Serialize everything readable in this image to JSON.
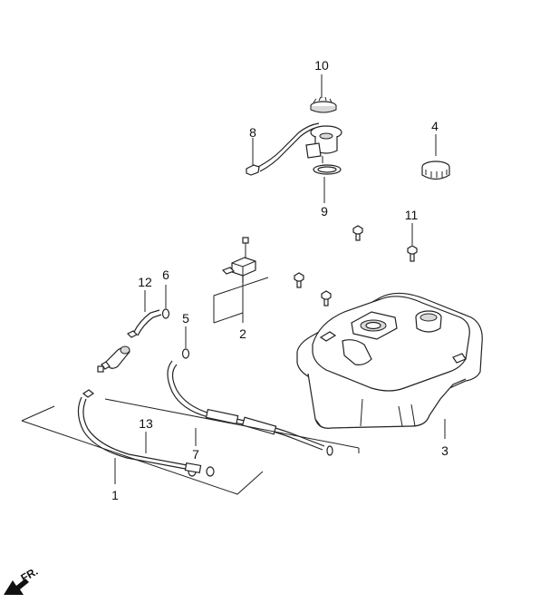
{
  "callouts": {
    "c1": "1",
    "c2": "2",
    "c3": "3",
    "c4": "4",
    "c5": "5",
    "c6": "6",
    "c7": "7",
    "c8": "8",
    "c9": "9",
    "c10": "10",
    "c11": "11",
    "c12": "12",
    "c13": "13"
  },
  "direction_label": "FR."
}
